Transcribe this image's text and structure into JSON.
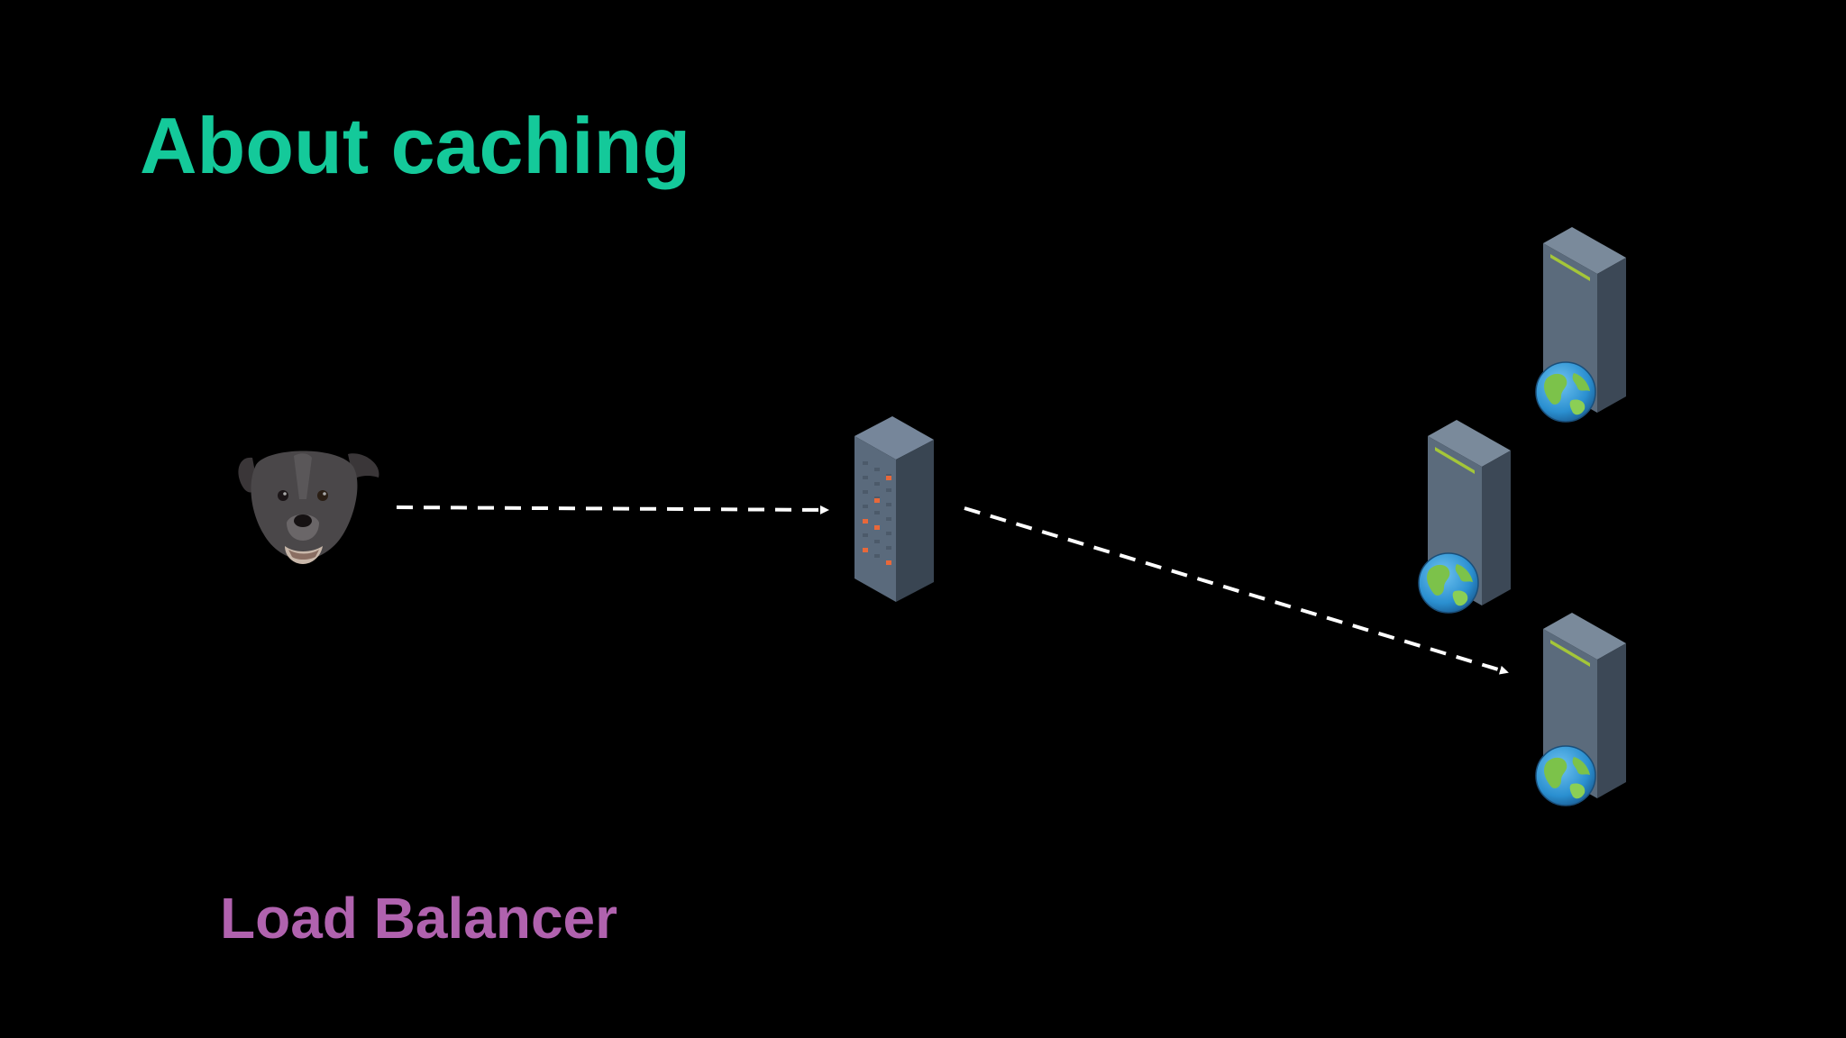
{
  "slide": {
    "title": "About caching",
    "caption": "Load Balancer"
  },
  "colors": {
    "background": "#000000",
    "title": "#14c99a",
    "caption": "#b062ae",
    "arrow": "#ffffff",
    "server_front": "#5b6b7c",
    "server_side": "#3c4856",
    "server_top": "#7a8a9b",
    "server_stripe": "#a4c639",
    "lb_lights": "#e8683a"
  },
  "diagram": {
    "nodes": [
      {
        "id": "client",
        "icon": "dog-head-icon",
        "role": "client"
      },
      {
        "id": "load-balancer",
        "icon": "server-rack-icon",
        "role": "load balancer"
      },
      {
        "id": "web-server-1",
        "icon": "web-server-globe-icon",
        "role": "web server"
      },
      {
        "id": "web-server-2",
        "icon": "web-server-globe-icon",
        "role": "web server"
      },
      {
        "id": "web-server-3",
        "icon": "web-server-globe-icon",
        "role": "web server"
      }
    ],
    "edges": [
      {
        "from": "client",
        "to": "load-balancer",
        "style": "dashed"
      },
      {
        "from": "load-balancer",
        "to": "web-server-3",
        "style": "dashed"
      }
    ]
  }
}
